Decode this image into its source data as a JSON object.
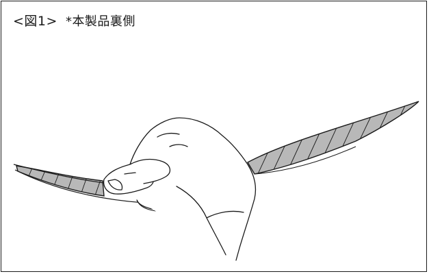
{
  "figure": {
    "label": "<図1>",
    "note": "*本製品裏側"
  },
  "colors": {
    "line": "#1a1a1a",
    "hatch_fill": "#b8b8b8",
    "paper": "#ffffff"
  },
  "illustration": {
    "objects": [
      "hand",
      "product",
      "hatched-surface"
    ]
  }
}
